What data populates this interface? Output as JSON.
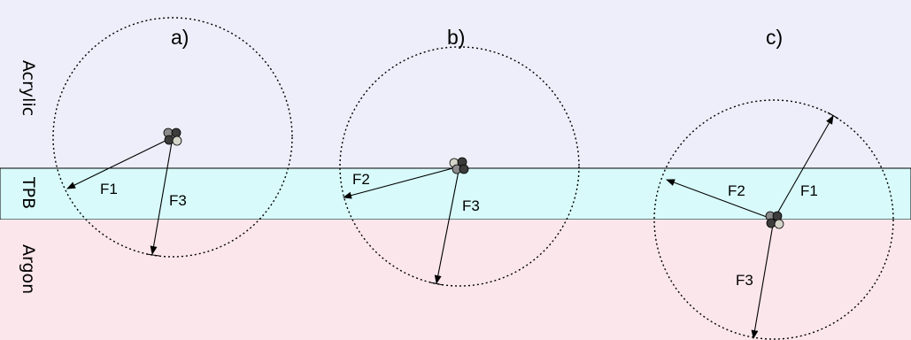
{
  "layers": {
    "acrylic": {
      "label": "Acrylic",
      "color": "#eeeefa"
    },
    "tpb": {
      "label": "TPB",
      "color": "#d8fafa"
    },
    "argon": {
      "label": "Argon",
      "color": "#fbe6ec"
    }
  },
  "panels": [
    {
      "label": "a)",
      "arrows": [
        "F1",
        "F3"
      ]
    },
    {
      "label": "b)",
      "arrows": [
        "F2",
        "F3"
      ]
    },
    {
      "label": "c)",
      "arrows": [
        "F1",
        "F2",
        "F3"
      ]
    }
  ],
  "bead_colors": {
    "dark": "#3c3c3c",
    "mid": "#8a8a8a",
    "light": "#d4d4c8"
  }
}
